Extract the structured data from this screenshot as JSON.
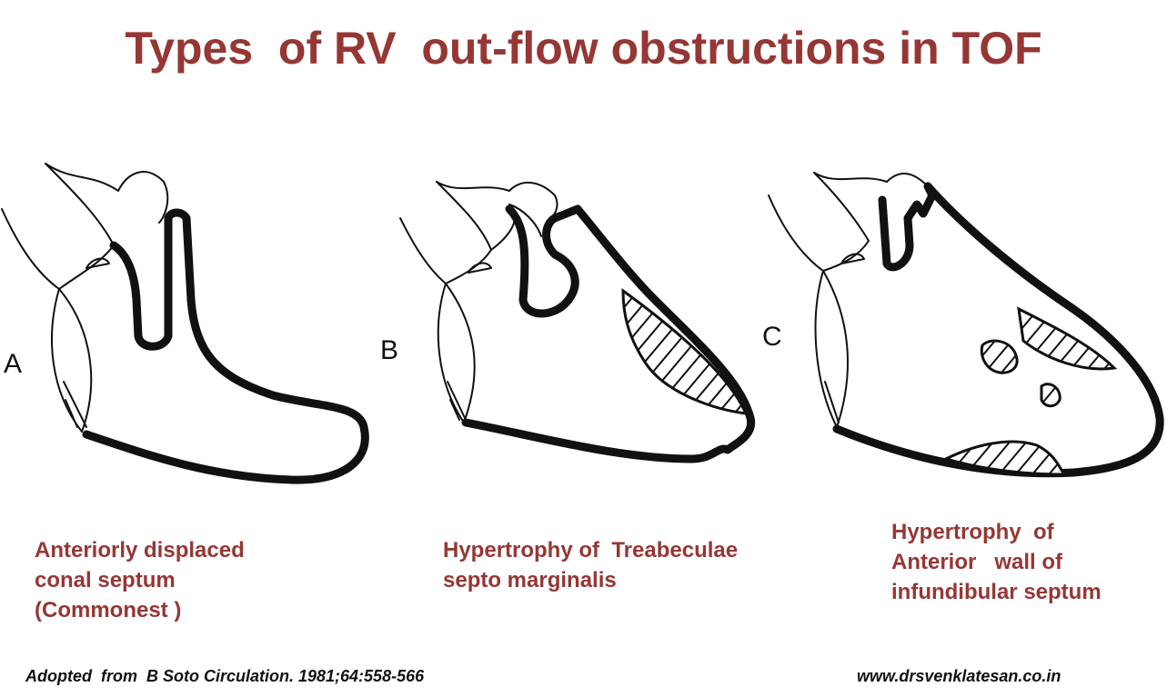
{
  "title": "Types  of RV  out-flow obstructions in TOF",
  "panels": [
    {
      "letter": "A",
      "caption": "Anteriorly displaced\nconal septum\n(Commonest )"
    },
    {
      "letter": "B",
      "caption": "Hypertrophy of  Treabeculae\nsepto marginalis"
    },
    {
      "letter": "C",
      "caption": "Hypertrophy  of\nAnterior   wall of\ninfundibular septum"
    }
  ],
  "footer": {
    "citation": "Adopted  from  B Soto Circulation. 1981;64:558-566",
    "website": "www.drsvenklatesan.co.in"
  }
}
